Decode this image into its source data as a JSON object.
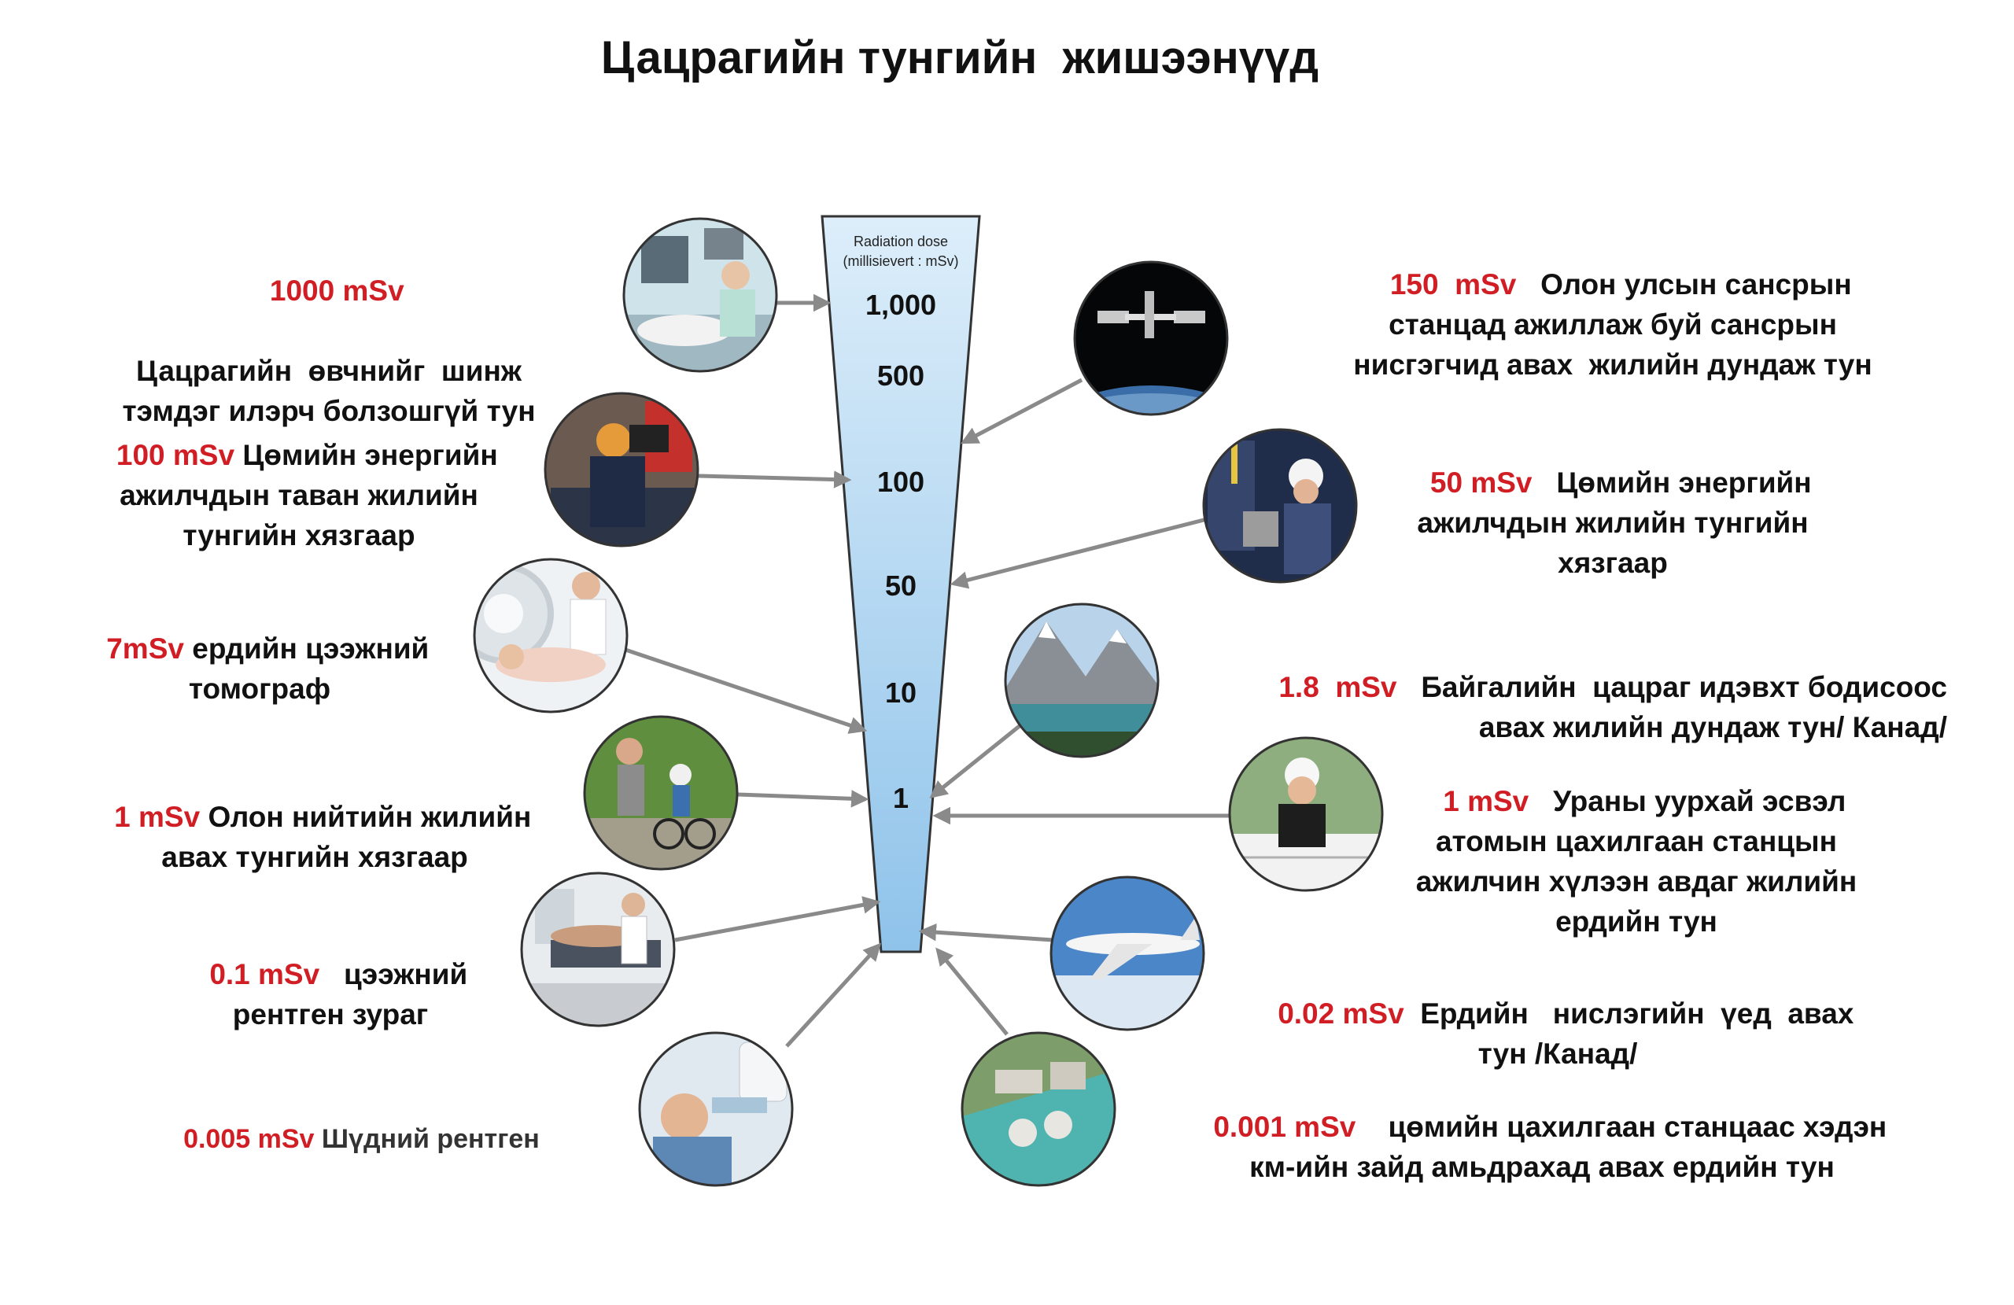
{
  "title": "Цацрагийн тунгийн  жишээнүүд",
  "colors": {
    "dose_text": "#d01e24",
    "body_text": "#111111",
    "scale_fill_top": "#ddeefa",
    "scale_fill_bottom": "#8fc3ea",
    "scale_stroke": "#333333",
    "arrow": "#8a8a8a"
  },
  "scale": {
    "heading_line1": "Radiation dose",
    "heading_line2": "(millisievert : mSv)",
    "ticks": [
      "1,000",
      "500",
      "100",
      "50",
      "10",
      "1"
    ]
  },
  "left_items": [
    {
      "dose": "1000 mSv",
      "text": "Цацрагийн  өвчнийг  шинж\nтэмдэг илэрч болзошгүй тун",
      "icon": "hospital-patient-photo"
    },
    {
      "dose": "100 mSv",
      "text": " Цөмийн энергийн\nажилчдын таван жилийн\nтунгийн хязгаар",
      "icon": "nuclear-worker-photo"
    },
    {
      "dose": "7mSv",
      "text": " ердийн цээжний\nтомограф",
      "icon": "ct-scan-photo"
    },
    {
      "dose": "1 mSv",
      "text": " Олон нийтийн жилийн\nавах тунгийн хязгаар",
      "icon": "bicycle-family-photo"
    },
    {
      "dose": "0.1 mSv",
      "text": "   цээжний\nрентген зураг",
      "icon": "chest-xray-photo"
    },
    {
      "dose": "0.005 mSv",
      "text": " Шүдний рентген",
      "icon": "dental-xray-photo"
    }
  ],
  "right_items": [
    {
      "dose": "150  mSv",
      "text": "   Олон улсын сансрын\nстанцад ажиллаж буй сансрын\nнисгэгчид авах  жилийн дундаж тун",
      "icon": "space-station-photo"
    },
    {
      "dose": "50 mSv",
      "text": "   Цөмийн энергийн\nажилчдын жилийн тунгийн\nхязгаар",
      "icon": "power-plant-worker-photo"
    },
    {
      "dose": "1.8  mSv",
      "text": "   Байгалийн  цацраг идэвхт бодисоос\nавах жилийн дундаж тун/ Канад/",
      "icon": "mountain-lake-photo"
    },
    {
      "dose": "1 mSv",
      "text": "   Ураны уурхай эсвэл\nатомын цахилгаан станцын\nажилчин хүлээн авдаг жилийн\nердийн тун",
      "icon": "engineer-woman-photo"
    },
    {
      "dose": "0.02 mSv",
      "text": "  Ердийн   нислэгийн  үед  авах\nтун /Канад/",
      "icon": "airplane-photo"
    },
    {
      "dose": "0.001 mSv",
      "text": "    цөмийн цахилгаан станцаас хэдэн\nкм-ийн зайд амьдрахад авах ердийн тун",
      "icon": "coastal-plant-aerial-photo"
    }
  ]
}
